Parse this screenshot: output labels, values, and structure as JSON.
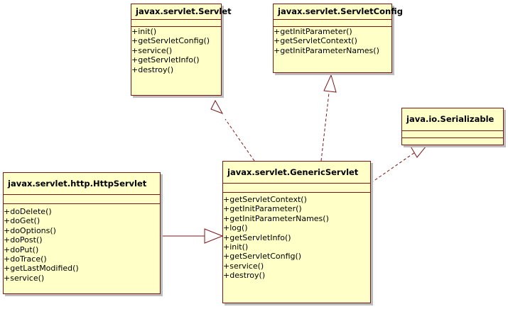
{
  "classes": {
    "servlet": {
      "name": "javax.servlet.Servlet",
      "operations": [
        "+init()",
        "+getServletConfig()",
        "+service()",
        "+getServletInfo()",
        "+destroy()"
      ]
    },
    "servlet_config": {
      "name": "javax.servlet.ServletConfig",
      "operations": [
        "+getInitParameter()",
        "+getServletContext()",
        "+getInitParameterNames()"
      ]
    },
    "serializable": {
      "name": "java.io.Serializable",
      "operations": []
    },
    "http_servlet": {
      "name": "javax.servlet.http.HttpServlet",
      "operations": [
        "+doDelete()",
        "+doGet()",
        "+doOptions()",
        "+doPost()",
        "+doPut()",
        "+doTrace()",
        "+getLastModified()",
        "+service()"
      ]
    },
    "generic_servlet": {
      "name": "javax.servlet.GenericServlet",
      "operations": [
        "+getServletContext()",
        "+getInitParameter()",
        "+getInitParameterNames()",
        "+log()",
        "+getServletInfo()",
        "+init()",
        "+getServletConfig()",
        "+service()",
        "+destroy()"
      ]
    }
  },
  "relationships": [
    {
      "from": "javax.servlet.GenericServlet",
      "to": "javax.servlet.Servlet",
      "type": "realization"
    },
    {
      "from": "javax.servlet.GenericServlet",
      "to": "javax.servlet.ServletConfig",
      "type": "realization"
    },
    {
      "from": "javax.servlet.GenericServlet",
      "to": "java.io.Serializable",
      "type": "realization"
    },
    {
      "from": "javax.servlet.http.HttpServlet",
      "to": "javax.servlet.GenericServlet",
      "type": "generalization"
    }
  ],
  "colors": {
    "class_fill": "#ffffc8",
    "class_border": "#7a1717",
    "connector": "#7a1717"
  }
}
